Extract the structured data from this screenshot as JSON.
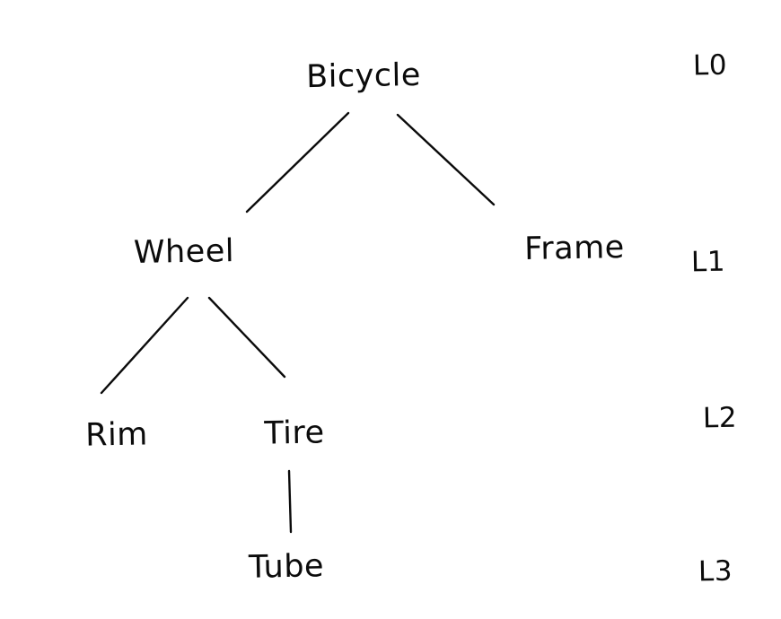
{
  "diagram": {
    "type": "tree",
    "style": "hand-drawn",
    "colors": {
      "ink": "#0b0b0b",
      "background": "#ffffff"
    },
    "nodes": [
      {
        "id": "bicycle",
        "label": "Bicycle",
        "level": 0,
        "parent": null
      },
      {
        "id": "wheel",
        "label": "Wheel",
        "level": 1,
        "parent": "bicycle"
      },
      {
        "id": "frame",
        "label": "Frame",
        "level": 1,
        "parent": "bicycle"
      },
      {
        "id": "rim",
        "label": "Rim",
        "level": 2,
        "parent": "wheel"
      },
      {
        "id": "tire",
        "label": "Tire",
        "level": 2,
        "parent": "wheel"
      },
      {
        "id": "tube",
        "label": "Tube",
        "level": 3,
        "parent": "tire"
      }
    ],
    "edges": [
      {
        "from": "bicycle",
        "to": "wheel"
      },
      {
        "from": "bicycle",
        "to": "frame"
      },
      {
        "from": "wheel",
        "to": "rim"
      },
      {
        "from": "wheel",
        "to": "tire"
      },
      {
        "from": "tire",
        "to": "tube"
      }
    ],
    "level_labels": [
      "L0",
      "L1",
      "L2",
      "L3"
    ]
  }
}
